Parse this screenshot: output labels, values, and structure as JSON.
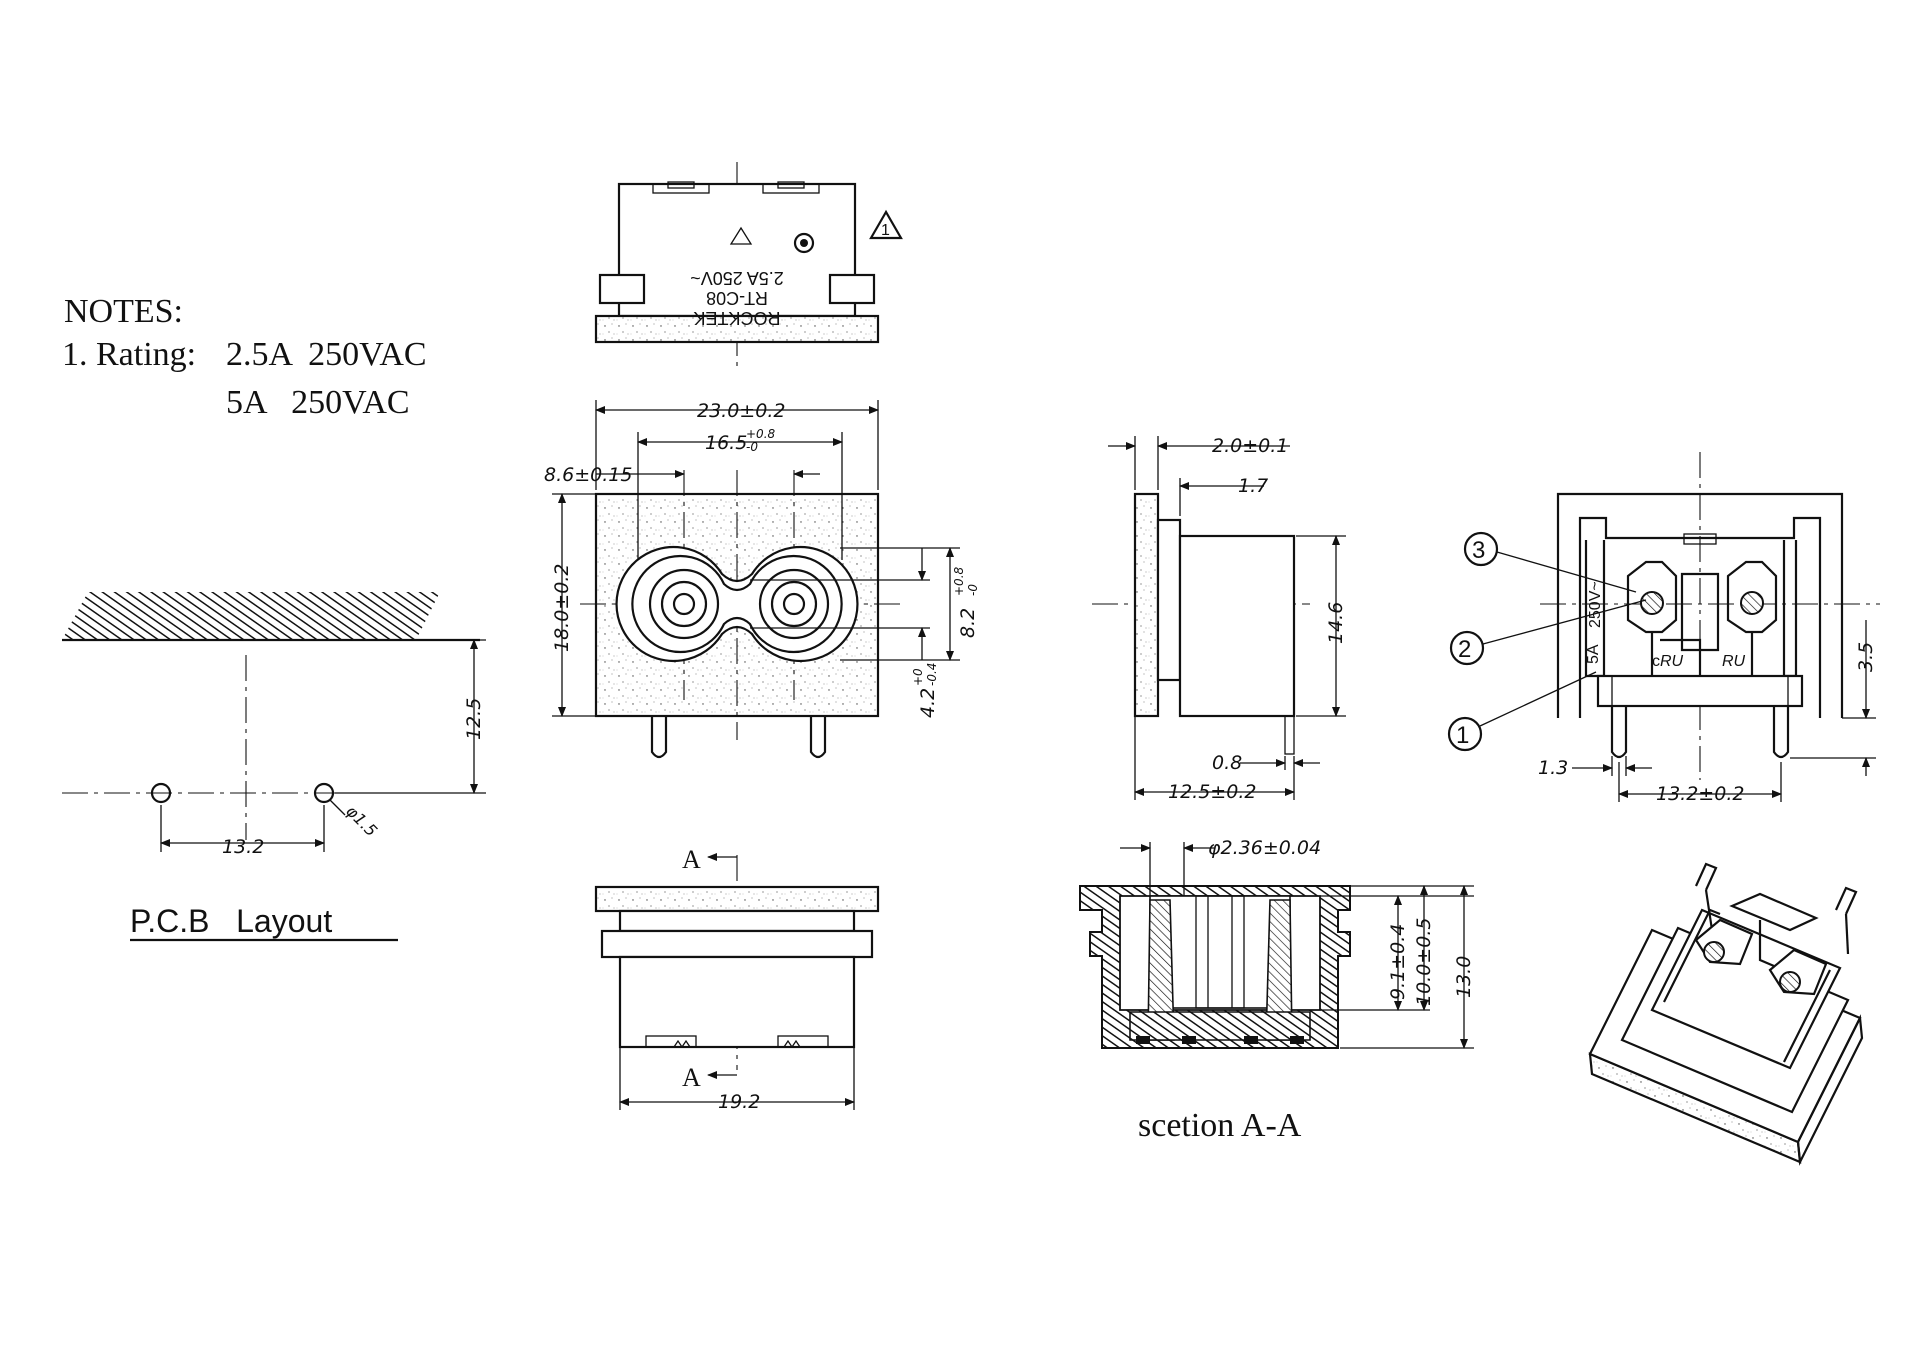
{
  "notes": {
    "heading": "NOTES:",
    "rating_label": "1. Rating:",
    "rating_1": "2.5A  250VAC",
    "rating_2": "5A   250VAC"
  },
  "pcb_layout": {
    "title": "P.C.B   Layout",
    "dim_spacing": "13.2",
    "dim_height": "12.5",
    "dim_hole": "φ1.5"
  },
  "top_view": {
    "marking_brand": "ROCKTEK",
    "marking_model": "RT-C08",
    "marking_rating": "2.5A 250V~",
    "note_callout": "1"
  },
  "front_view": {
    "dim_width": "23.0±0.2",
    "dim_socket_width": "16.5",
    "dim_socket_width_tol_plus": "+0.8",
    "dim_socket_width_tol_minus": "-0",
    "dim_offset": "8.6±0.15",
    "dim_height": "18.0±0.2",
    "dim_socket_height": "8.2",
    "dim_socket_height_tol_plus": "+0.8",
    "dim_socket_height_tol_minus": "-0",
    "dim_neck": "4.2",
    "dim_neck_tol_plus": "+0",
    "dim_neck_tol_minus": "-0.4"
  },
  "side_view": {
    "dim_flange": "2.0±0.1",
    "dim_step": "1.7",
    "dim_body_height": "14.6",
    "dim_pin": "0.8",
    "dim_depth": "12.5±0.2"
  },
  "rear_view": {
    "dim_pin_offset": "1.3",
    "dim_pin_spacing": "13.2±0.2",
    "dim_pin_height": "3.5",
    "callouts": [
      "3",
      "2",
      "1"
    ],
    "marking_rating_1": "250V~",
    "marking_rating_2": "5A"
  },
  "bottom_view": {
    "section_mark_top": "A",
    "section_mark_bottom": "A",
    "dim_width": "19.2"
  },
  "section_view": {
    "title": "scetion A-A",
    "dim_bore": "φ2.36±0.04",
    "dim_contact": "9.1±0.4",
    "dim_cavity": "10.0±0.5",
    "dim_total": "13.0"
  }
}
